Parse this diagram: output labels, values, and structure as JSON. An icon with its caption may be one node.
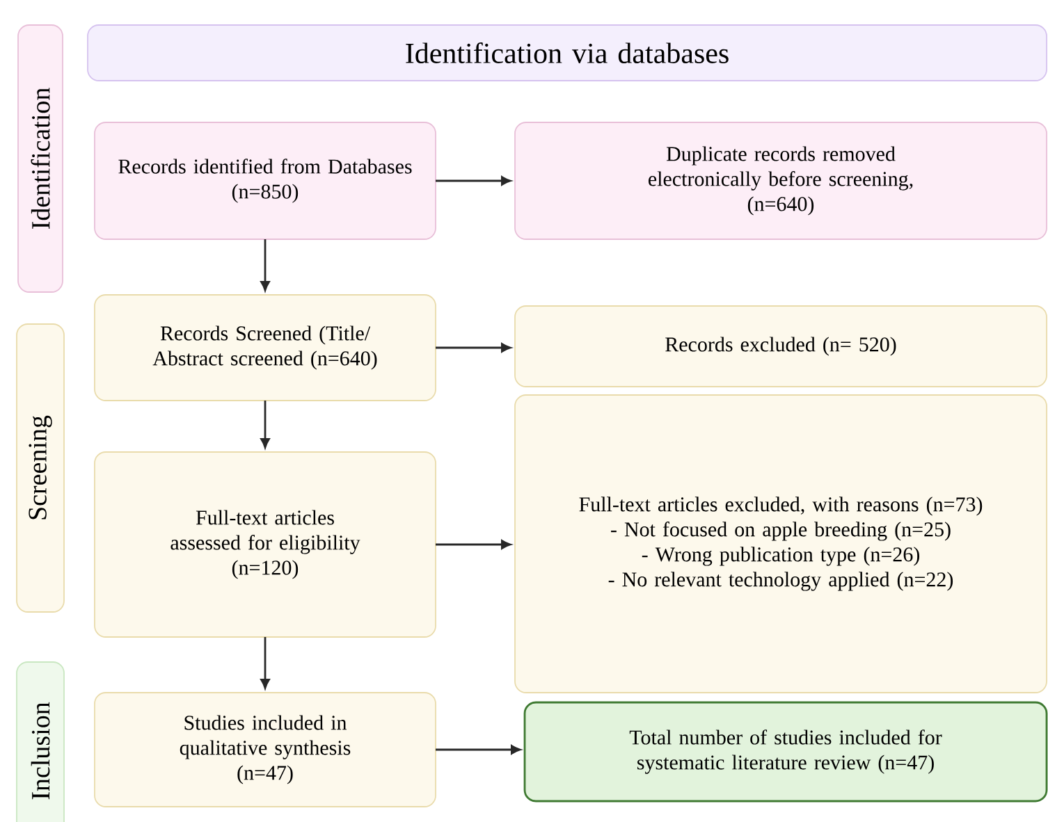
{
  "diagram": {
    "nodes": [
      {
        "text": [
          "Identification"
        ]
      },
      {
        "text": [
          "Screening"
        ]
      },
      {
        "text": [
          "Inclusion"
        ]
      },
      {
        "text": [
          "Identification via databases"
        ]
      },
      {
        "text": [
          "Records identified from Databases",
          "(n=850)"
        ]
      },
      {
        "text": [
          "Duplicate records removed electronically before screening,",
          "(n=640)"
        ]
      },
      {
        "text": [
          "Records Screened (Title/ Abstract screened (n=640)"
        ]
      },
      {
        "text": [
          "Records excluded (n= 520)"
        ]
      },
      {
        "text": [
          "Full-text articles assessed for eligibility",
          "(n=120)"
        ]
      },
      {
        "text": [
          "Full-text articles excluded, with reasons (n=73)",
          "- Not focused on apple breeding (n=25)",
          "- Wrong publication type (n=26)",
          "- No relevant technology applied (n=22)"
        ]
      },
      {
        "text": [
          "Studies included in qualitative synthesis",
          "(n=47)"
        ]
      },
      {
        "text": [
          "Total number of studies included for systematic literature review (n=47)"
        ]
      }
    ],
    "edges": [
      {
        "from": 4,
        "to": 5,
        "arrow": "to"
      },
      {
        "from": 4,
        "to": 6,
        "arrow": "to"
      },
      {
        "from": 6,
        "to": 7,
        "arrow": "to"
      },
      {
        "from": 6,
        "to": 8,
        "arrow": "to"
      },
      {
        "from": 8,
        "to": 9,
        "arrow": "to"
      },
      {
        "from": 8,
        "to": 10,
        "arrow": "to"
      },
      {
        "from": 10,
        "to": 11,
        "arrow": "to"
      }
    ]
  }
}
